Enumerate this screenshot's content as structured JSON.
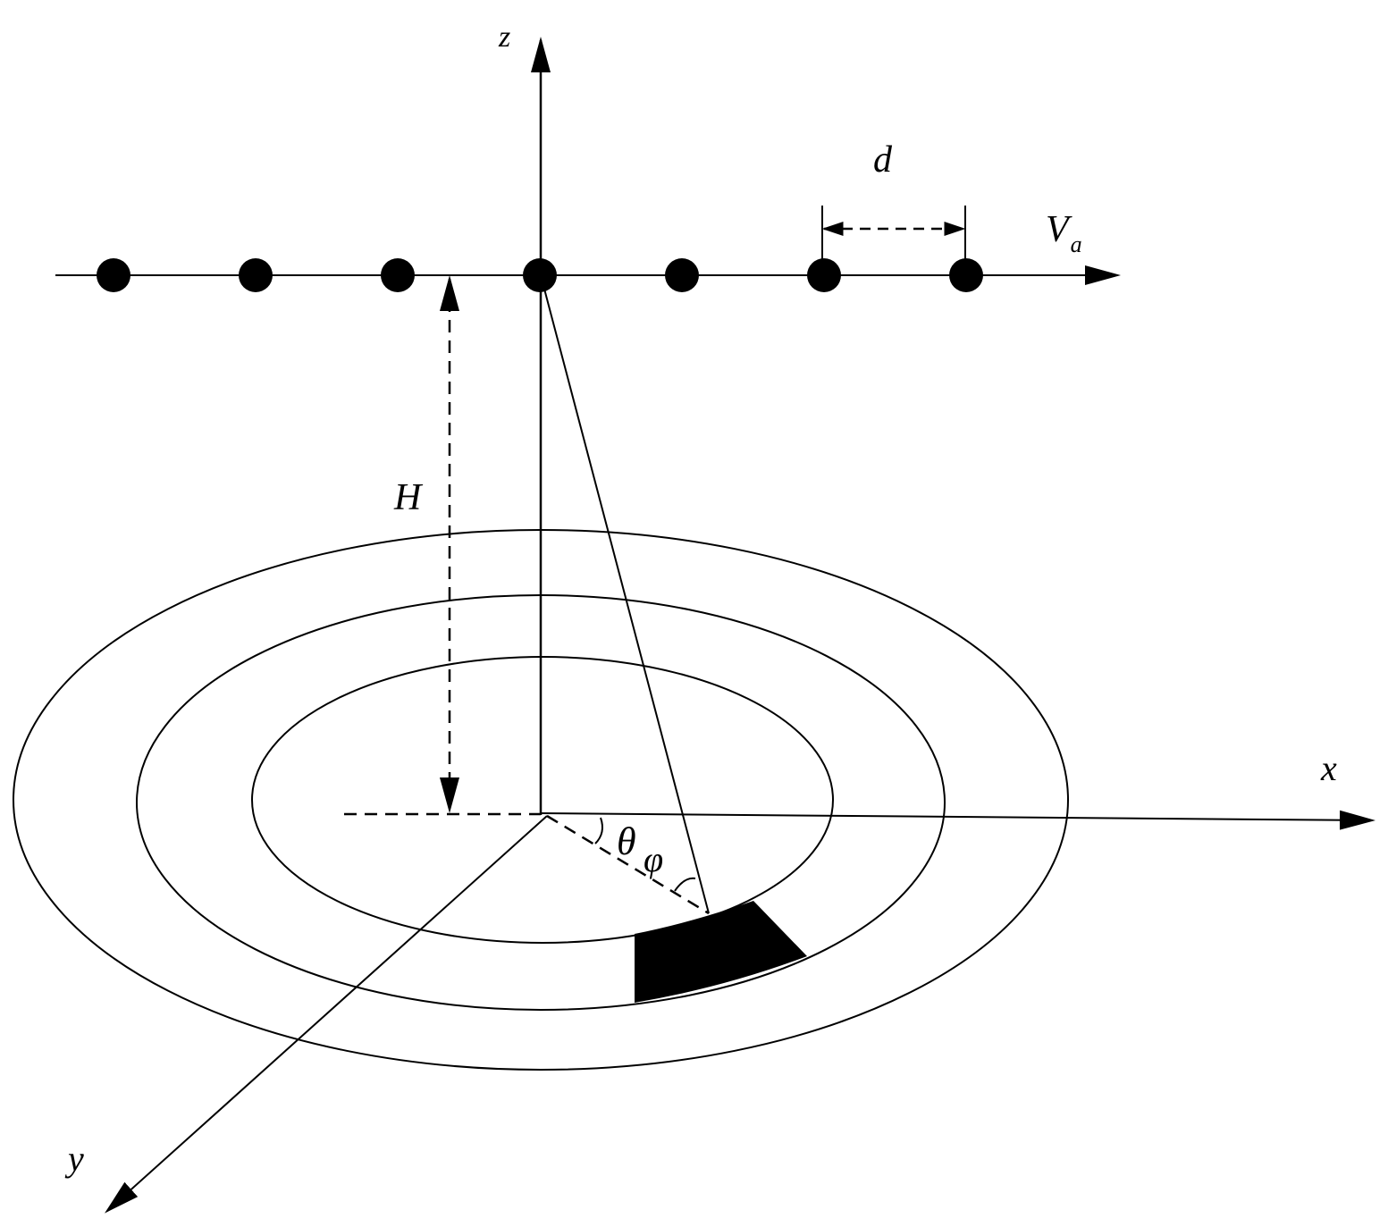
{
  "labels": {
    "z": "z",
    "x": "x",
    "y": "y",
    "d": "d",
    "H": "H",
    "V": "V",
    "V_sub": "a",
    "theta": "θ",
    "phi": "φ"
  },
  "colors": {
    "ink": "#000000",
    "background": "#ffffff"
  },
  "sensor_count": 7
}
